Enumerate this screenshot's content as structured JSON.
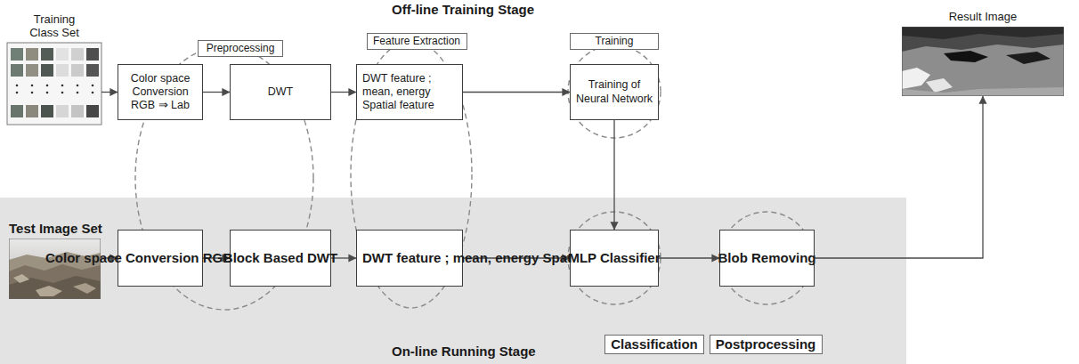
{
  "diagram": {
    "nodes": [
      {
        "text": [
          "Training Class Set"
        ]
      },
      {
        "text": [
          "Preprocessing"
        ]
      },
      {
        "text": [
          "Color space Conversion RGB ⇒ Lab"
        ]
      },
      {
        "text": [
          "DWT"
        ]
      },
      {
        "text": [
          "Feature Extraction"
        ]
      },
      {
        "text": [
          "DWT feature ; mean, energy Spatial feature"
        ]
      },
      {
        "text": [
          "Training"
        ]
      },
      {
        "text": [
          "Training of Neural Network"
        ]
      },
      {
        "text": [
          "Result Image"
        ]
      },
      {
        "text": [
          "On-line Running Stage"
        ]
      },
      {
        "text": [
          "Test Image Set"
        ],
        "in": 9
      },
      {
        "text": [
          "Color space Conversion RGB ⇒ Lab"
        ],
        "in": 9
      },
      {
        "text": [
          "Block Based DWT"
        ],
        "in": 9
      },
      {
        "text": [
          "DWT feature ; mean, energy Spatial feature"
        ],
        "in": 9
      },
      {
        "text": [
          "MLP Classifier"
        ],
        "in": 9
      },
      {
        "text": [
          "Classification"
        ],
        "in": 9
      },
      {
        "text": [
          "Blob Removing"
        ],
        "in": 9
      },
      {
        "text": [
          "Postprocessing"
        ],
        "in": 9
      }
    ],
    "edges": [
      {
        "from": 0,
        "to": 2,
        "arrow": "to"
      },
      {
        "from": 2,
        "to": 3,
        "arrow": "to"
      },
      {
        "from": 3,
        "to": 5,
        "arrow": "to"
      },
      {
        "from": 5,
        "to": 7,
        "arrow": "to"
      },
      {
        "from": 7,
        "to": 14,
        "arrow": "to"
      },
      {
        "from": 10,
        "to": 11,
        "arrow": "to"
      },
      {
        "from": 11,
        "to": 12,
        "arrow": "to"
      },
      {
        "from": 12,
        "to": 13,
        "arrow": "to"
      },
      {
        "from": 13,
        "to": 14,
        "arrow": "to"
      },
      {
        "from": 14,
        "to": 16,
        "arrow": "to"
      },
      {
        "from": 16,
        "to": 8,
        "arrow": "to"
      }
    ],
    "labels": [
      "Off-line Training Stage"
    ]
  }
}
